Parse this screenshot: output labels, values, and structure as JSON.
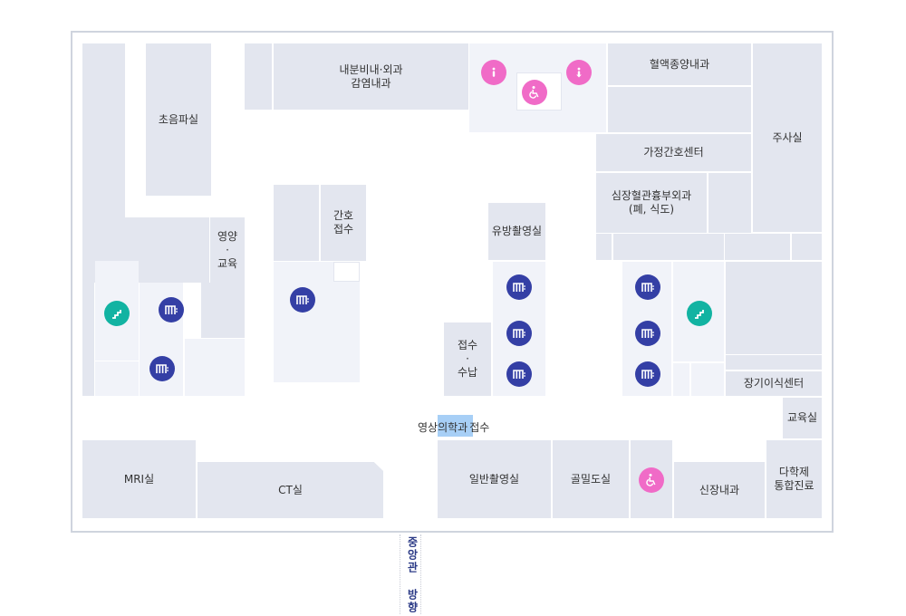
{
  "rooms": {
    "ultrasound": "초음파실",
    "internal_med_urology": "내분비내·외과\n감염내과",
    "hematology_oncology": "혈액종양내과",
    "injection": "주사실",
    "home_nursing": "가정간호센터",
    "cardiothoracic": "심장혈관흉부외과\n(폐, 식도)",
    "nutrition_edu": "영양\n·\n교육",
    "nursing_reception": "간호\n접수",
    "mammography": "유방촬영실",
    "reception_payment": "접수\n·\n수납",
    "organ_transplant": "장기이식센터",
    "education": "교육실",
    "mri": "MRI실",
    "ct": "CT실",
    "general_xray": "일반촬영실",
    "bone_density": "골밀도실",
    "nephrology": "신장내과",
    "multidisciplinary": "다학제\n통합진료"
  },
  "radiology_reception": {
    "highlight": "의학과",
    "prefix": "영상",
    "suffix": "접수"
  },
  "direction": "중앙관 방향",
  "icons": {
    "elevator": "elevator-icon",
    "stairs": "stairs-icon",
    "accessible": "wheelchair-icon",
    "info": "info-icon"
  },
  "colors": {
    "room": "#e3e6ef",
    "room_light": "#f1f3f9",
    "elevator": "#343fa5",
    "stairs": "#12b3a2",
    "accessible": "#f06bc7",
    "highlight": "#a7cff6"
  }
}
